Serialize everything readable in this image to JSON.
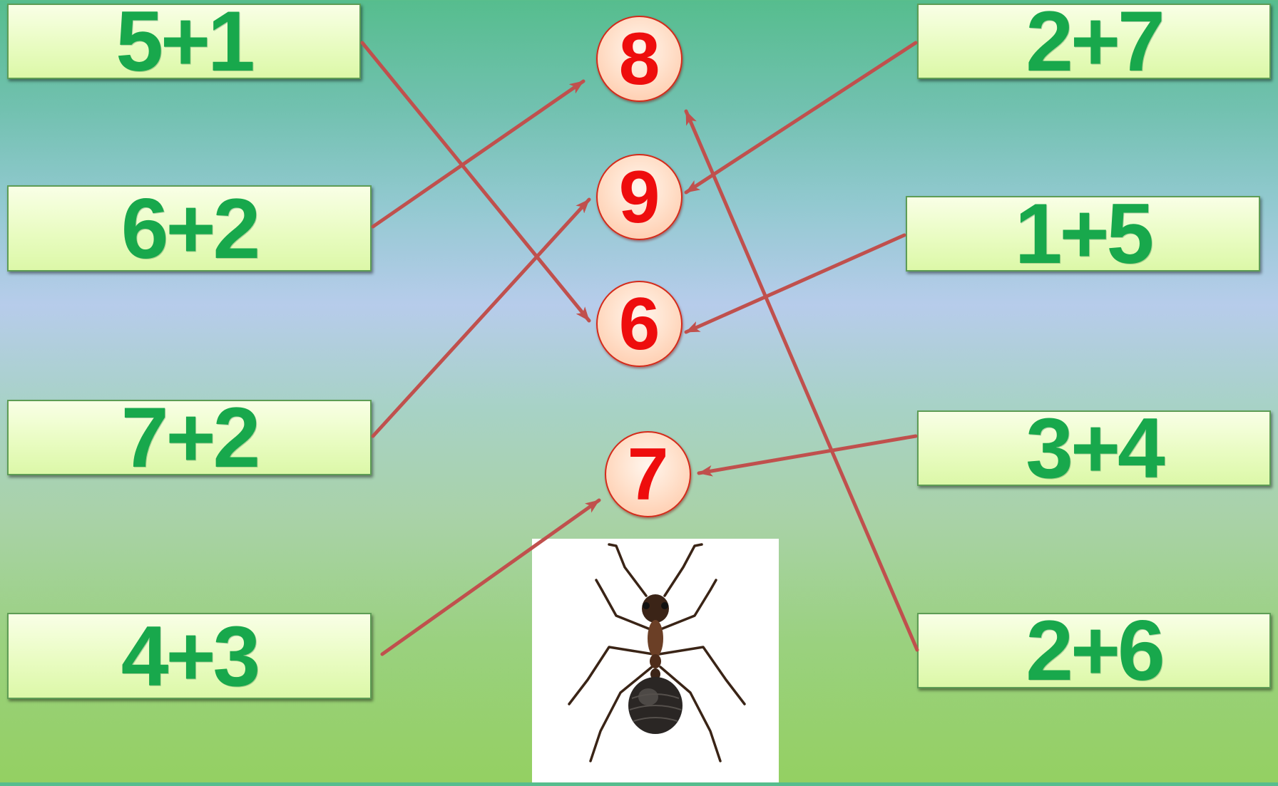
{
  "left_expressions": [
    "5+1",
    "6+2",
    "7+2",
    "4+3"
  ],
  "center_numbers": [
    "8",
    "9",
    "6",
    "7"
  ],
  "right_expressions": [
    "2+7",
    "1+5",
    "3+4",
    "2+6"
  ],
  "colors": {
    "expression_text": "#18a84c",
    "number_text": "#ee0d0d",
    "arrow": "#c0504d"
  },
  "icons": {
    "ant": "ant-picture"
  }
}
